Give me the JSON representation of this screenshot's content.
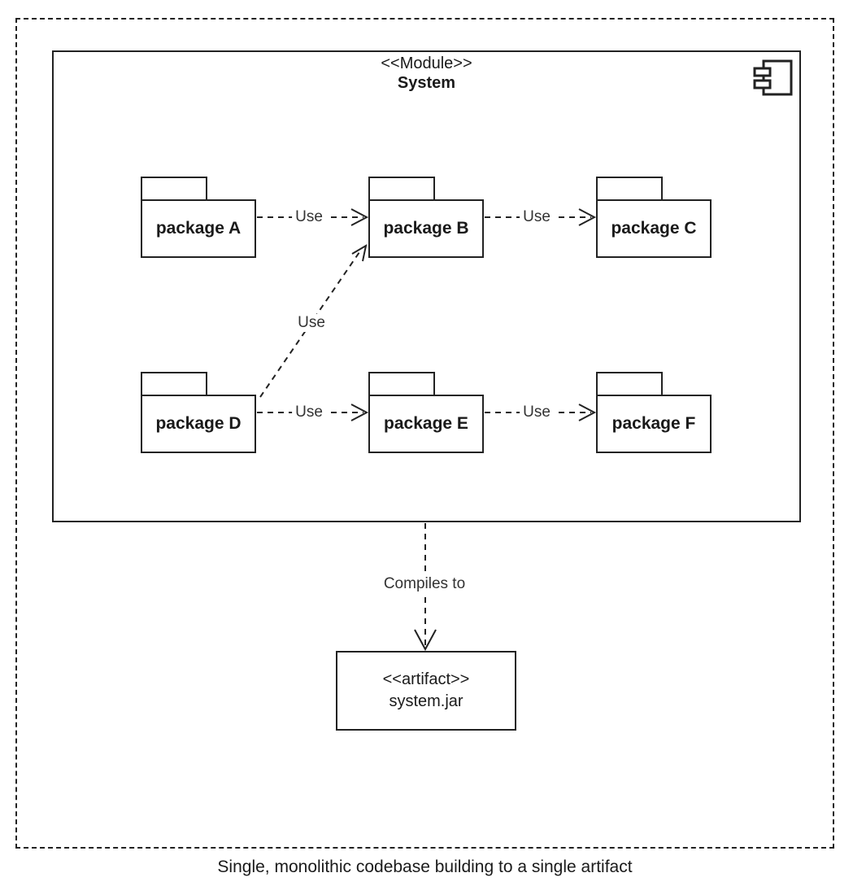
{
  "diagram": {
    "module": {
      "stereotype": "<<Module>>",
      "name": "System"
    },
    "packages": [
      {
        "id": "A",
        "label": "package A"
      },
      {
        "id": "B",
        "label": "package B"
      },
      {
        "id": "C",
        "label": "package C"
      },
      {
        "id": "D",
        "label": "package D"
      },
      {
        "id": "E",
        "label": "package E"
      },
      {
        "id": "F",
        "label": "package F"
      }
    ],
    "dependencies": [
      {
        "from": "package A",
        "to": "package B",
        "label": "Use"
      },
      {
        "from": "package B",
        "to": "package C",
        "label": "Use"
      },
      {
        "from": "package D",
        "to": "package B",
        "label": "Use"
      },
      {
        "from": "package D",
        "to": "package E",
        "label": "Use"
      },
      {
        "from": "package E",
        "to": "package F",
        "label": "Use"
      }
    ],
    "compile_edge": {
      "from": "System",
      "to": "system.jar",
      "label": "Compiles to"
    },
    "artifact": {
      "stereotype": "<<artifact>>",
      "name": "system.jar"
    },
    "caption": "Single, monolithic codebase building to a single artifact",
    "icons": {
      "module_icon": "uml-component-icon"
    },
    "colors": {
      "stroke": "#222222",
      "text": "#1a1a1a",
      "muted_label": "#333333",
      "background": "#ffffff"
    }
  }
}
